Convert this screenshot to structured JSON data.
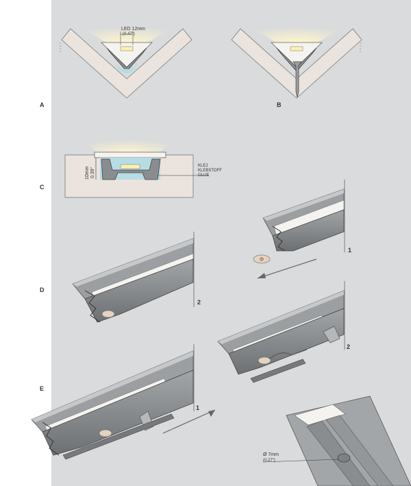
{
  "sections": {
    "a": "A",
    "b": "B",
    "c": "C",
    "d": "D",
    "e": "E"
  },
  "labels": {
    "led_width": "LED 12mm",
    "led_width_in": "(0.47\")",
    "height_mm": "10mm",
    "height_in": "0.39\"",
    "glue_pl": "KLEJ",
    "glue_de": "KLEBSTOFF",
    "glue_en": "GLUE",
    "diameter_mm": "Ø 7mm",
    "diameter_in": "(0.27\")"
  },
  "steps": {
    "d_one": "1",
    "d_two": "2",
    "e_one": "1",
    "e_two": "2"
  },
  "colors": {
    "panel": "#dadbdc",
    "wall": "#eae3de",
    "profile": "#8a8d90",
    "profile_dark": "#55585b",
    "diffuser": "#f4f3ef",
    "glue": "#b7dde4",
    "light": "#fff7d6"
  }
}
